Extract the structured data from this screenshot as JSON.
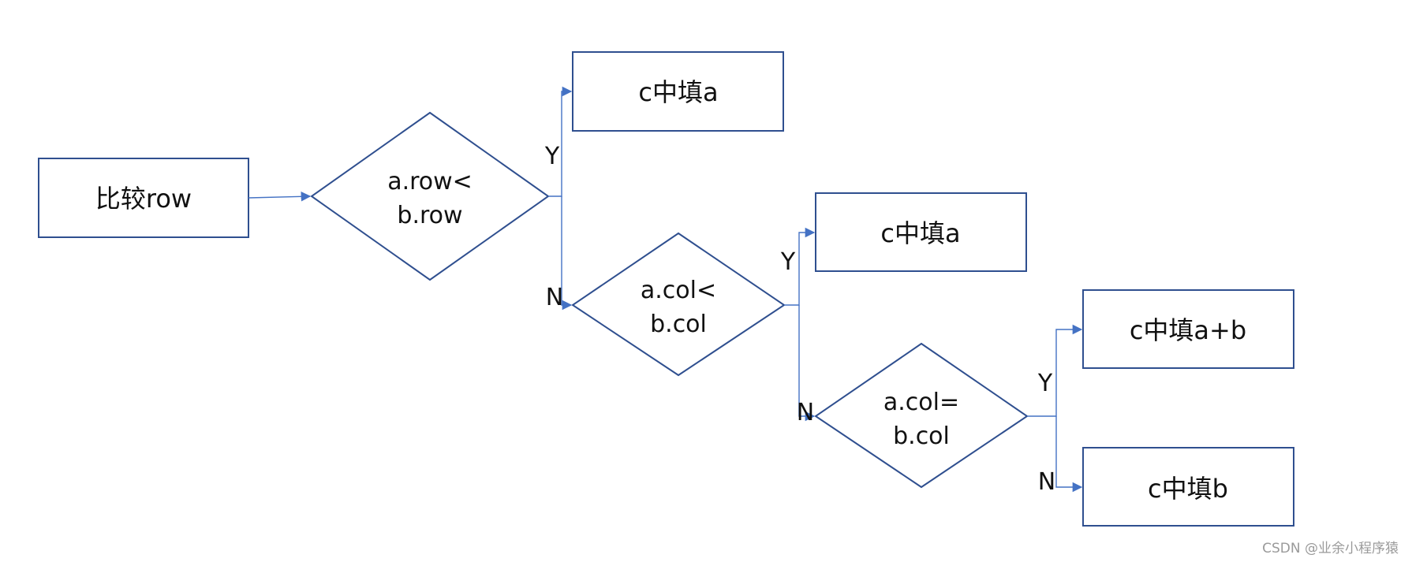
{
  "nodes": {
    "start": "比较row",
    "d1_line1": "a.row<",
    "d1_line2": "b.row",
    "r1": "c中填a",
    "d2_line1": "a.col<",
    "d2_line2": "b.col",
    "r2": "c中填a",
    "d3_line1": "a.col=",
    "d3_line2": "b.col",
    "r3": "c中填a+b",
    "r4": "c中填b"
  },
  "edge_labels": {
    "d1_yes": "Y",
    "d1_no": "N",
    "d2_yes": "Y",
    "d2_no": "N",
    "d3_yes": "Y",
    "d3_no": "N"
  },
  "watermark": "CSDN @业余小程序猿",
  "colors": {
    "node_stroke": "#2f4f8f",
    "edge": "#4472c4"
  }
}
